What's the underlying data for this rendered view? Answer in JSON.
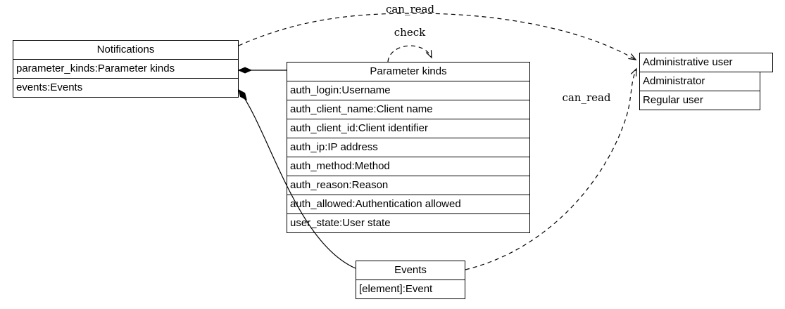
{
  "nodes": {
    "notifications": {
      "title": "Notifications",
      "rows": [
        "parameter_kinds:Parameter kinds",
        "events:Events"
      ]
    },
    "parameter_kinds": {
      "title": "Parameter kinds",
      "rows": [
        "auth_login:Username",
        "auth_client_name:Client name",
        "auth_client_id:Client identifier",
        "auth_ip:IP address",
        "auth_method:Method",
        "auth_reason:Reason",
        "auth_allowed:Authentication allowed",
        "user_state:User state"
      ]
    },
    "administrative_user": {
      "title": "Administrative user",
      "rows": [
        "Administrator",
        "Regular user"
      ]
    },
    "events": {
      "title": "Events",
      "rows": [
        "[element]:Event"
      ]
    }
  },
  "edge_labels": {
    "can_read_top": "can_read",
    "check": "check",
    "can_read_right": "can_read"
  },
  "colors": {
    "stroke": "#000000",
    "background": "#ffffff"
  }
}
